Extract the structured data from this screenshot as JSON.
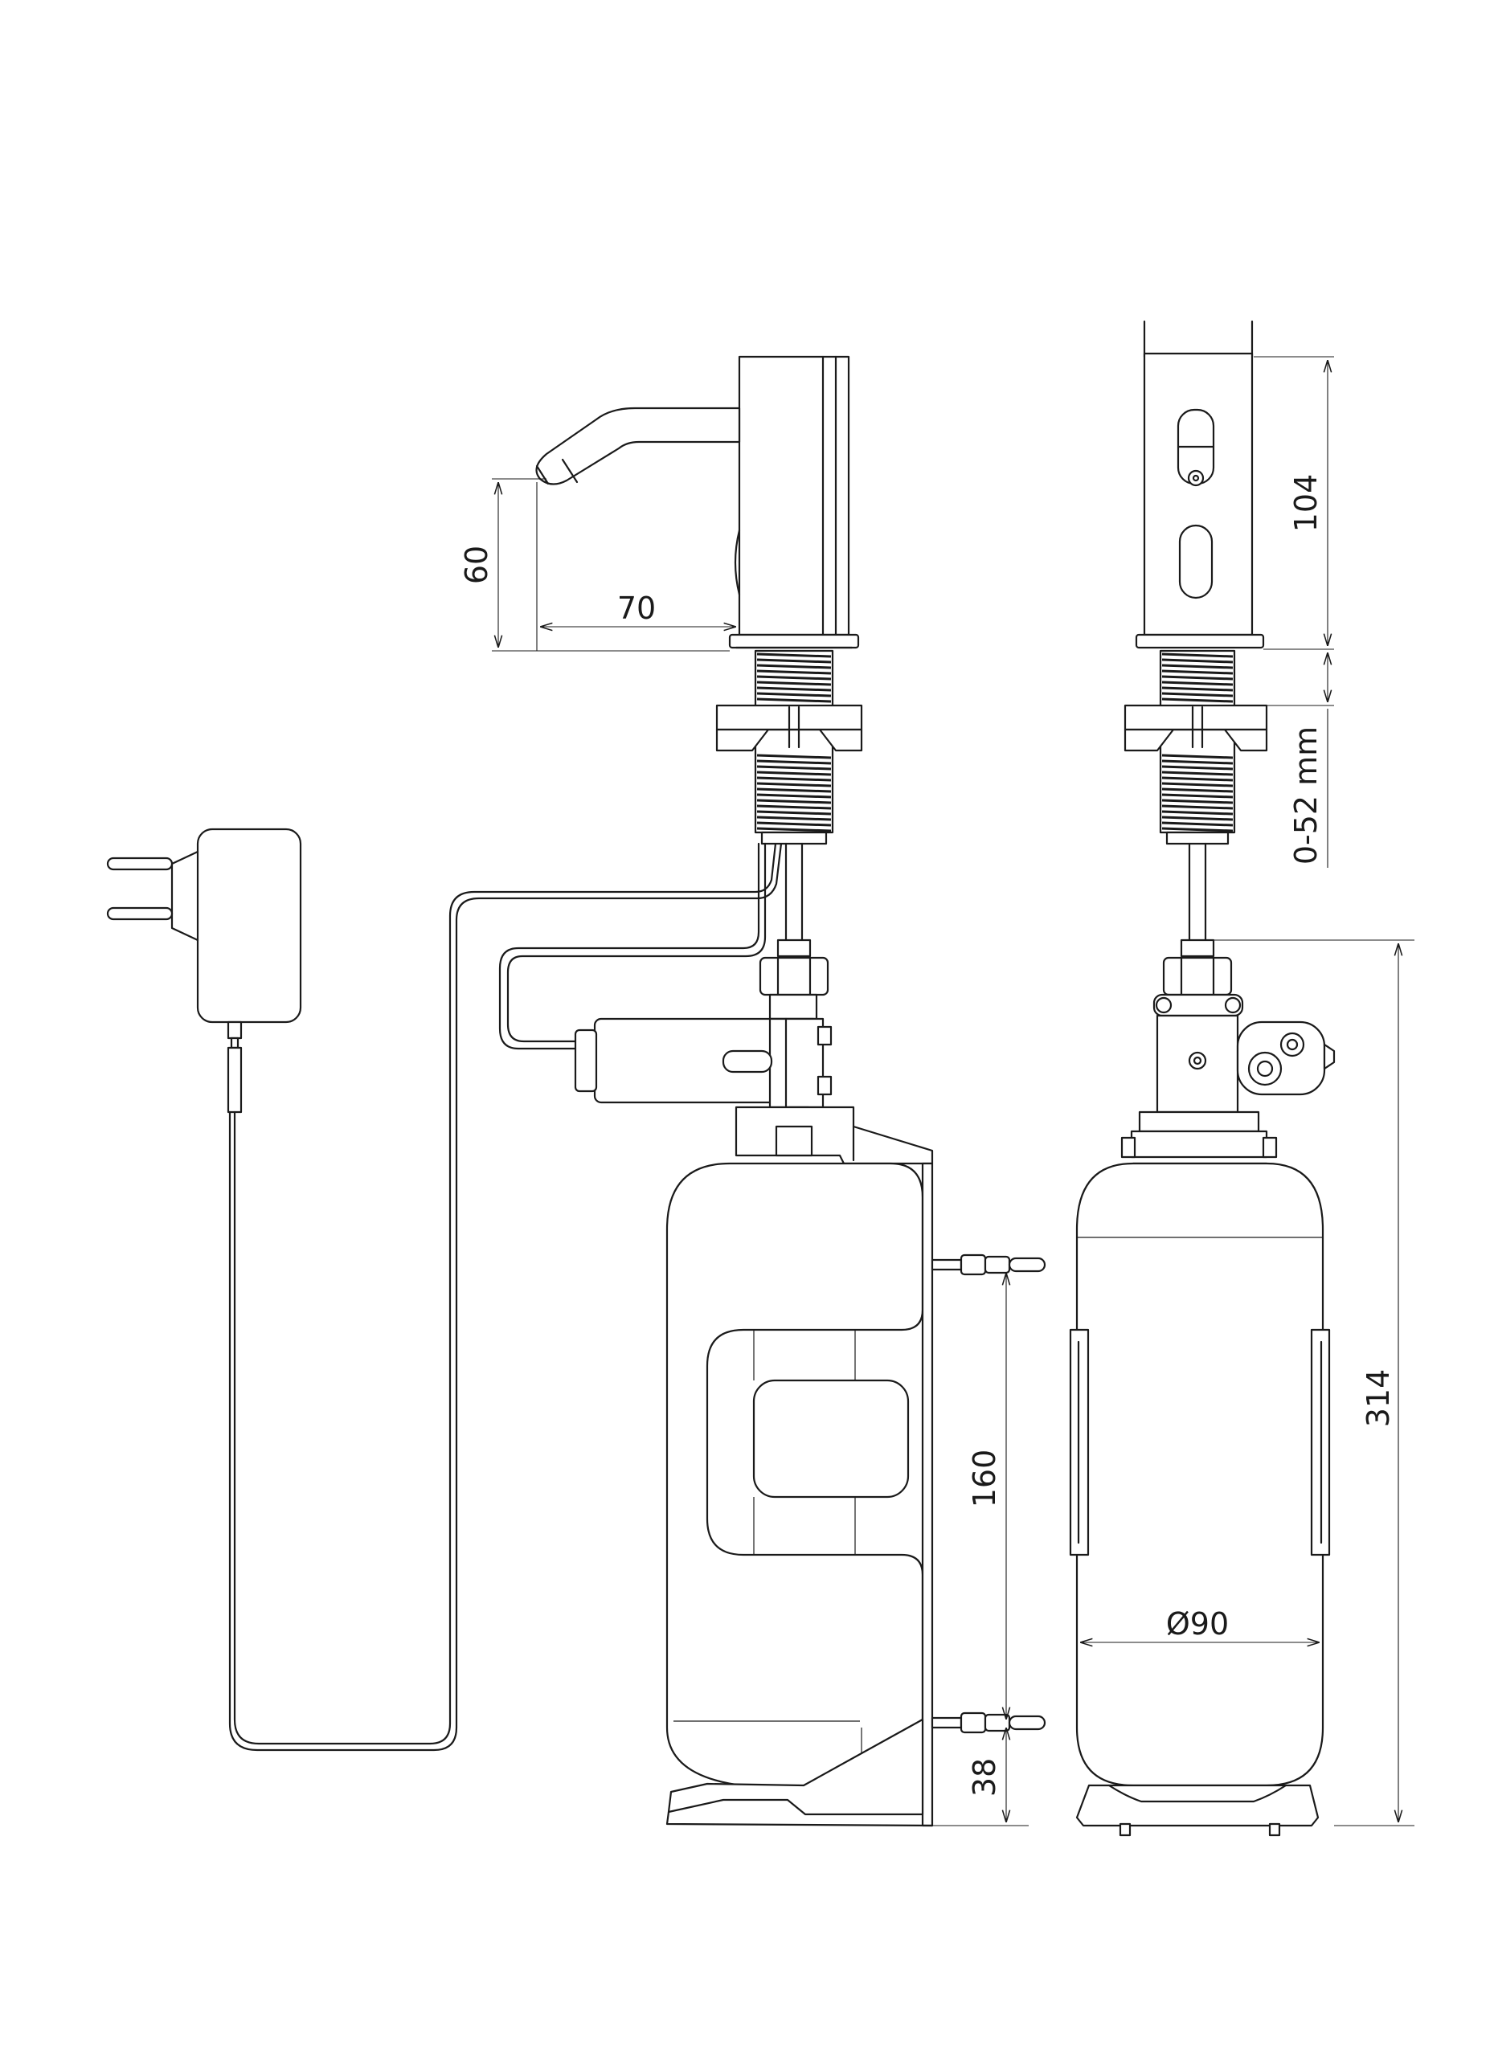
{
  "dimensions": {
    "spout_height": "60",
    "spout_reach": "70",
    "head_height": "104",
    "deck_range": "0-52 mm",
    "tank_connector_spacing": "160",
    "tank_base_offset": "38",
    "total_height": "314",
    "tank_diameter": "Ø90"
  },
  "colors": {
    "line": "#1a1a1a",
    "background": "#ffffff"
  }
}
